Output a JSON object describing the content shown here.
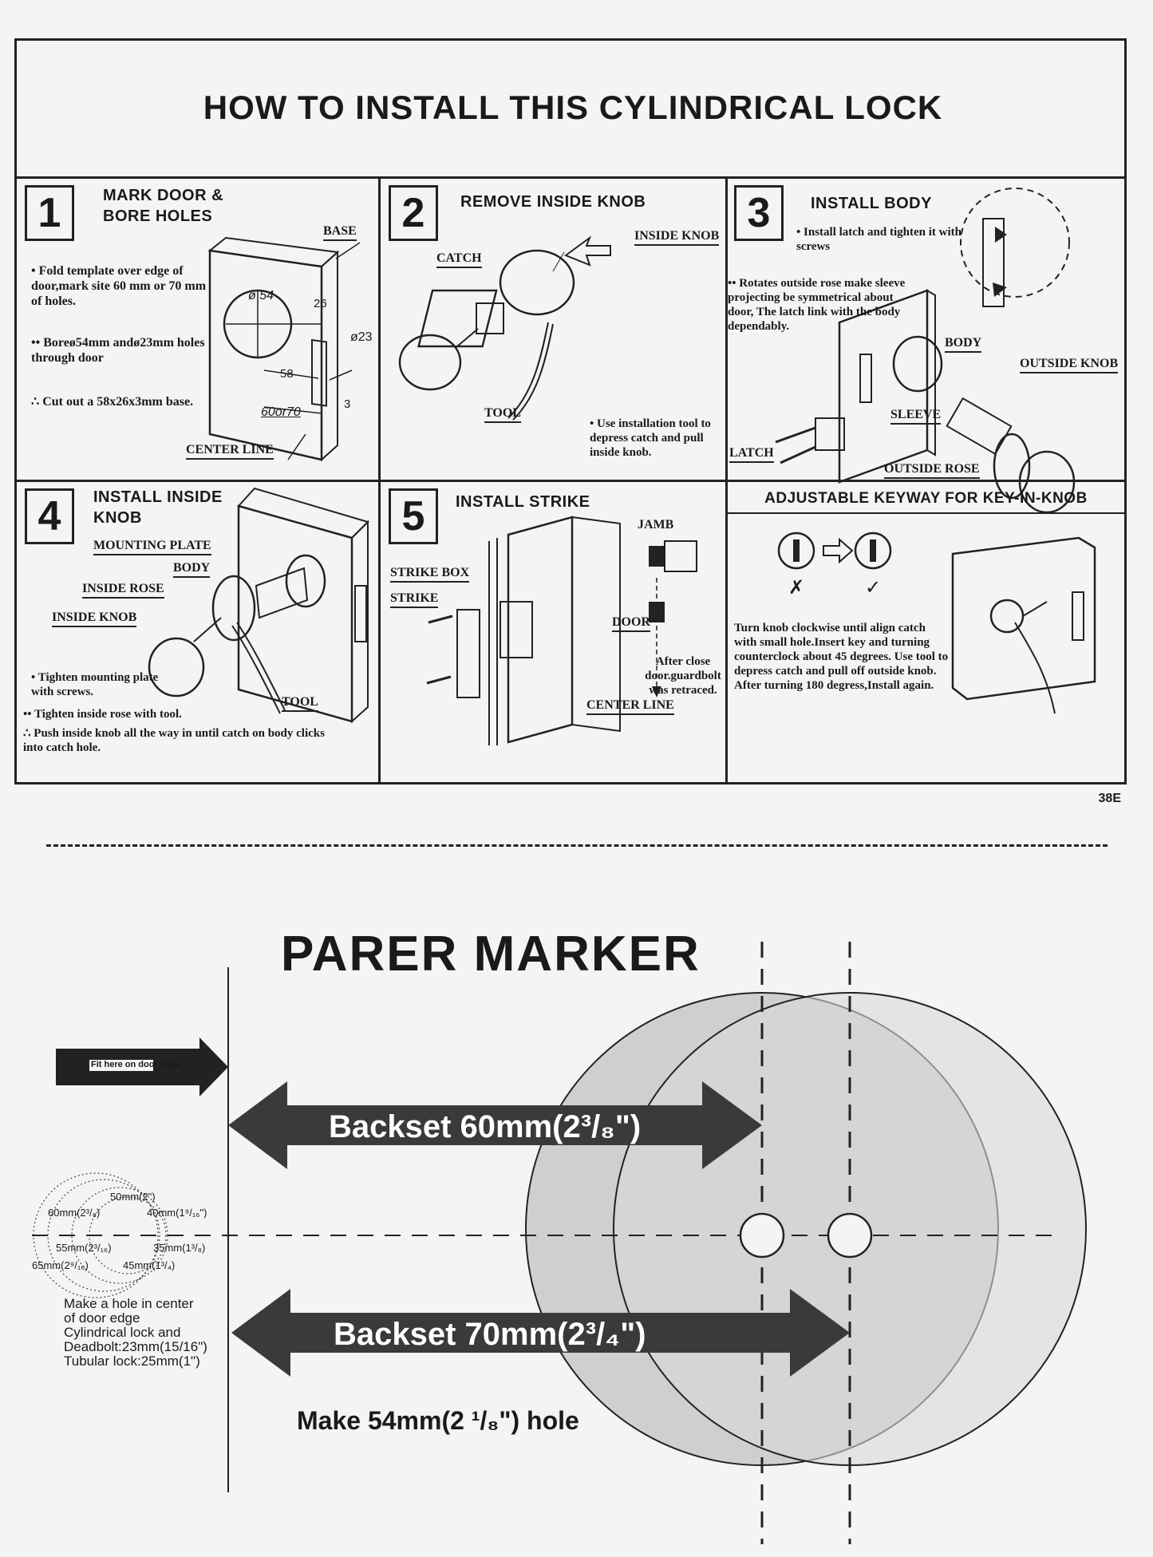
{
  "title": "HOW TO INSTALL THIS CYLINDRICAL LOCK",
  "steps": [
    {
      "number": "1",
      "title_line1": "MARK DOOR &",
      "title_line2": "BORE HOLES",
      "labels": {
        "base": "BASE",
        "center_line": "CENTER LINE",
        "d54": "ø 54",
        "d23": "ø23",
        "n26": "26",
        "n58": "58",
        "n60or70": "60or70",
        "n3": "3"
      },
      "notes": [
        "Fold template over edge of door,mark site 60 mm or 70 mm of holes.",
        "Boreø54mm andø23mm holes through door",
        "Cut out a 58x26x3mm base."
      ]
    },
    {
      "number": "2",
      "title": "REMOVE INSIDE KNOB",
      "labels": {
        "inside_knob": "INSIDE KNOB",
        "catch": "CATCH",
        "tool": "TOOL"
      },
      "notes": [
        "Use installation tool to depress catch and pull inside knob."
      ]
    },
    {
      "number": "3",
      "title": "INSTALL BODY",
      "labels": {
        "body": "BODY",
        "outside_knob": "OUTSIDE KNOB",
        "sleeve": "SLEEVE",
        "latch": "LATCH",
        "outside_rose": "OUTSIDE ROSE"
      },
      "notes": [
        "Install latch and tighten it with screws",
        "Rotates outside rose make sleeve projecting be symmetrical about door, The latch link with the body dependably."
      ]
    },
    {
      "number": "4",
      "title_line1": "INSTALL INSIDE",
      "title_line2": "KNOB",
      "labels": {
        "mounting_plate": "MOUNTING PLATE",
        "body": "BODY",
        "inside_rose": "INSIDE ROSE",
        "inside_knob": "INSIDE KNOB",
        "tool": "TOOL"
      },
      "notes": [
        "Tighten mounting plate with screws.",
        "Tighten inside rose with tool.",
        "Push inside knob all the way in until catch on body clicks into catch hole."
      ]
    },
    {
      "number": "5",
      "title": "INSTALL STRIKE",
      "labels": {
        "jamb": "JAMB",
        "strike_box": "STRIKE BOX",
        "strike": "STRIKE",
        "door": "DOOR",
        "center_line": "CENTER LINE"
      },
      "notes": [
        "After close door.guardbolt was retraced."
      ]
    },
    {
      "title": "ADJUSTABLE KEYWAY FOR KEY-IN-KNOB",
      "marks": {
        "wrong": "✗",
        "right": "✓"
      },
      "notes": [
        "Turn knob clockwise until align catch with small hole.Insert key and turning counterclock about 45 degrees. Use tool to depress catch and pull off outside knob. After turning 180 degress,Install again."
      ]
    }
  ],
  "page_code": "38E",
  "marker": {
    "title": "PARER MARKER",
    "edge_label": "Fit here on door edge",
    "backset_60": "Backset 60mm(2³/₈\")",
    "backset_70": "Backset 70mm(2³/₄\")",
    "make_hole": "Make 54mm(2 ¹/₈\") hole",
    "small_dims": {
      "d50": "50mm(2\")",
      "d60": "60mm(2³/₈)",
      "d40": "40mm(1⁹/₁₆\")",
      "d55": "55mm(2³/₁₆)",
      "d35": "35mm(1³/₈)",
      "d65": "65mm(2⁹/₁₆)",
      "d45": "45mm(1³/₄)"
    },
    "side_note_lines": [
      "Make a hole in center",
      "of door edge",
      "Cylindrical lock  and",
      "Deadbolt:23mm(15/16\")",
      "Tubular lock:25mm(1\")"
    ]
  }
}
